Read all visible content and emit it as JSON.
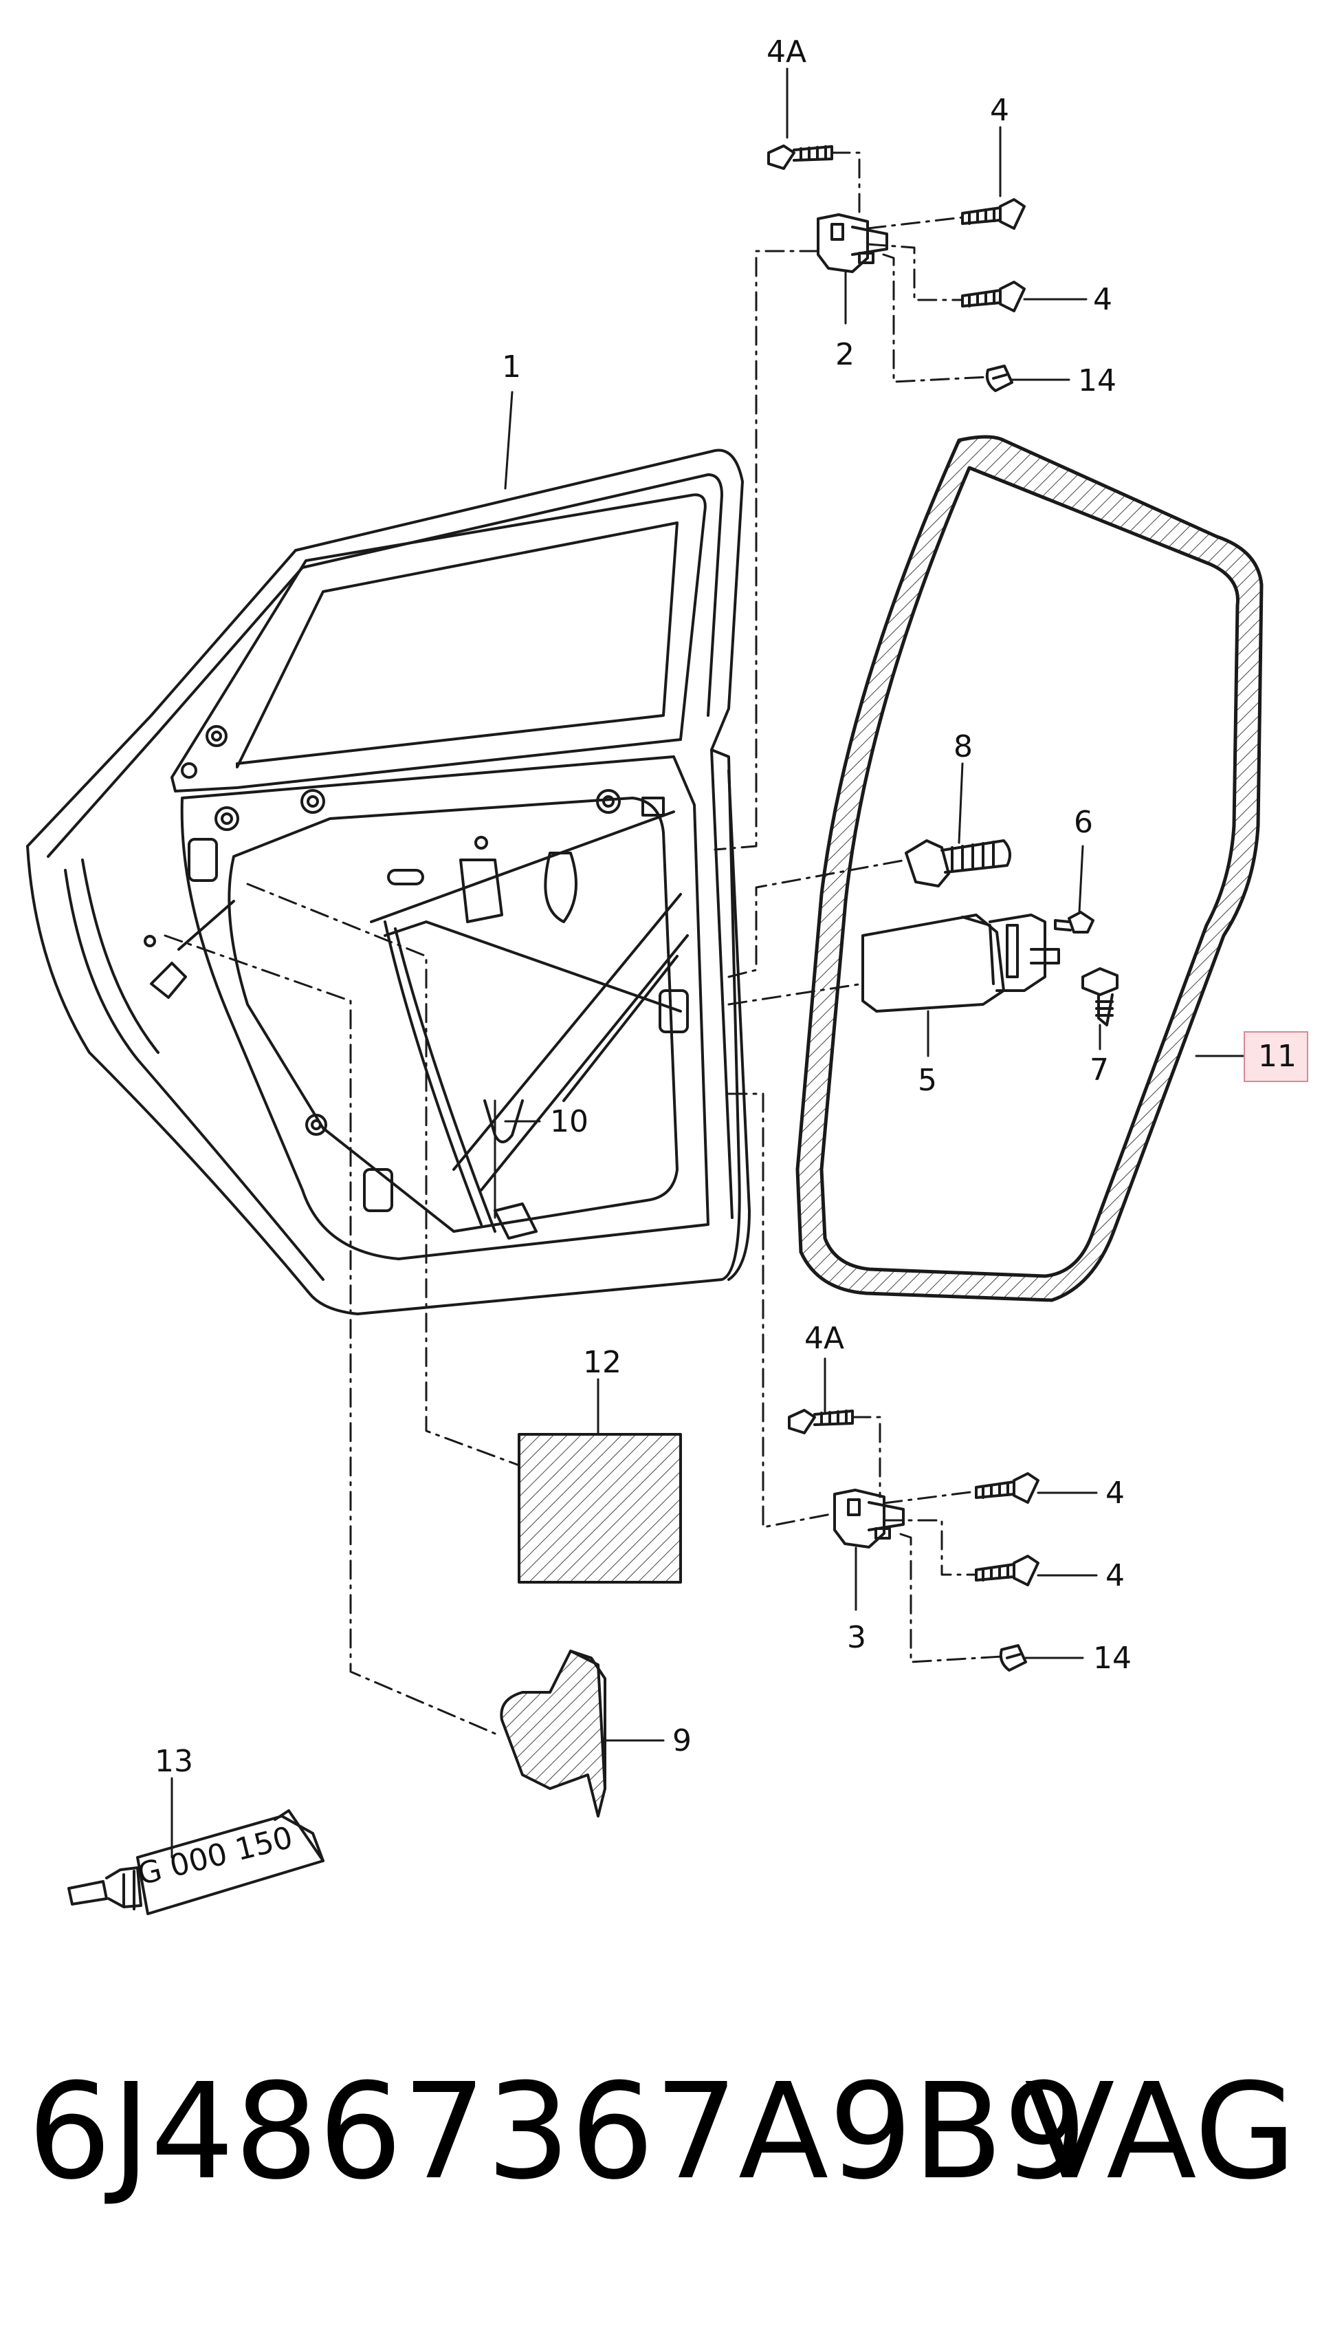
{
  "callouts": {
    "c1": "1",
    "c2": "2",
    "c3": "3",
    "c4a_top": "4A",
    "c4_1": "4",
    "c4_2": "4",
    "c4a_bot": "4A",
    "c4_3": "4",
    "c4_4": "4",
    "c5": "5",
    "c6": "6",
    "c7": "7",
    "c8": "8",
    "c9": "9",
    "c10": "10",
    "c11": "11",
    "c12": "12",
    "c13": "13",
    "c14_top": "14",
    "c14_bot": "14"
  },
  "tube_text": "G 000 150",
  "footer": {
    "part_number": "6J4867367A9B9",
    "brand": "VAG"
  },
  "colors": {
    "line": "#1a1a1a",
    "highlight_fill": "#fbe3e6",
    "highlight_border": "#d98a94"
  }
}
